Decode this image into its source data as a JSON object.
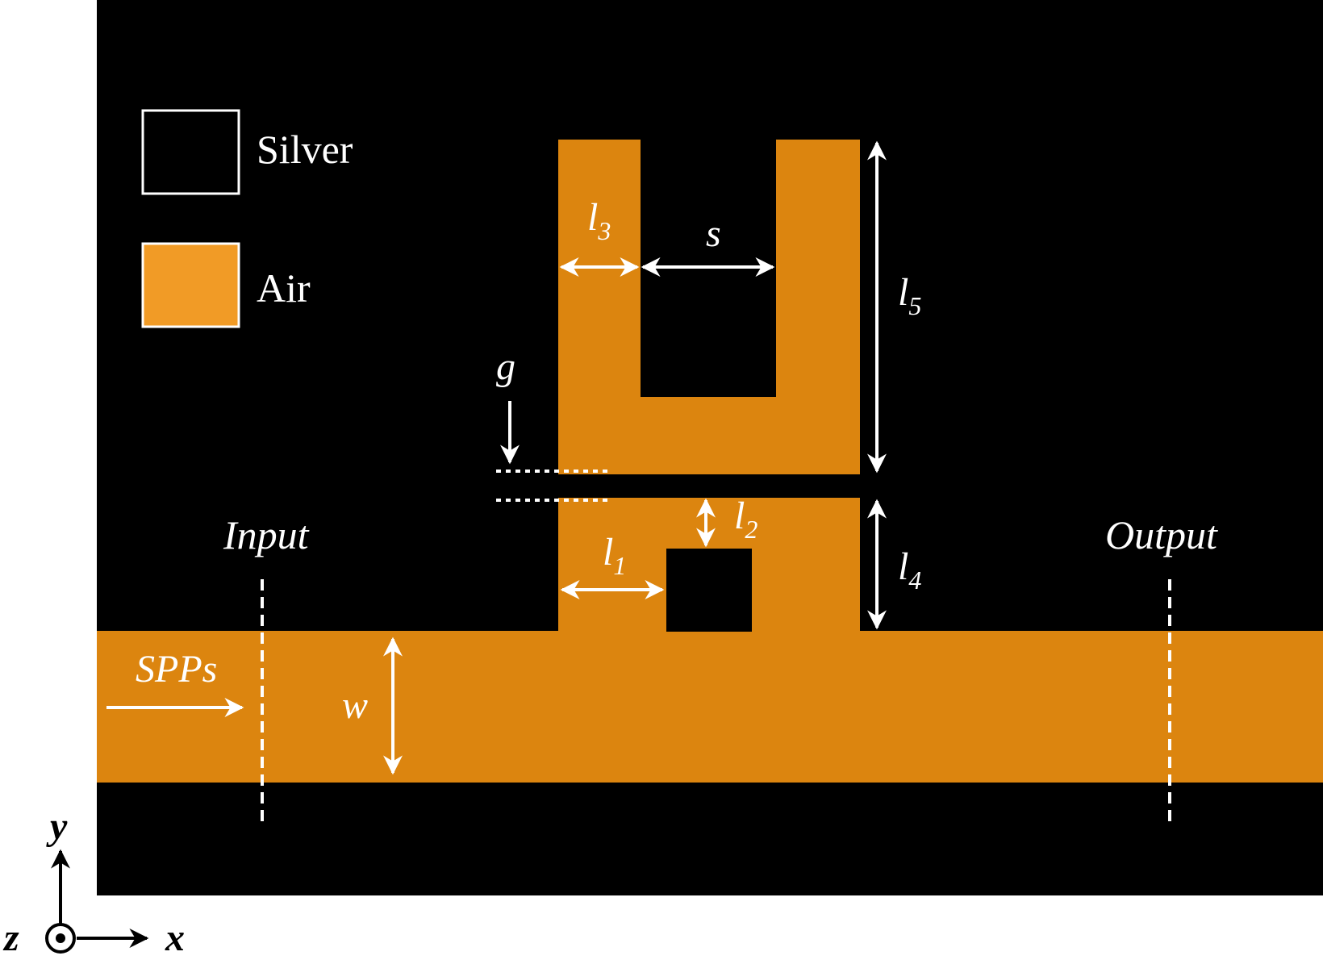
{
  "colors": {
    "silver": "#000000",
    "air": "#dc850f",
    "legend_air": "#f19b26",
    "annotation": "#ffffff",
    "axes": "#000000",
    "background": "#ffffff"
  },
  "legend": {
    "silver_label": "Silver",
    "air_label": "Air"
  },
  "labels": {
    "input": "Input",
    "output": "Output",
    "spps": "SPPs",
    "w": "w",
    "g": "g",
    "s": "s",
    "l1": "l",
    "l1_sub": "1",
    "l2": "l",
    "l2_sub": "2",
    "l3": "l",
    "l3_sub": "3",
    "l4": "l",
    "l4_sub": "4",
    "l5": "l",
    "l5_sub": "5"
  },
  "axes": {
    "x": "x",
    "y": "y",
    "z": "z"
  }
}
